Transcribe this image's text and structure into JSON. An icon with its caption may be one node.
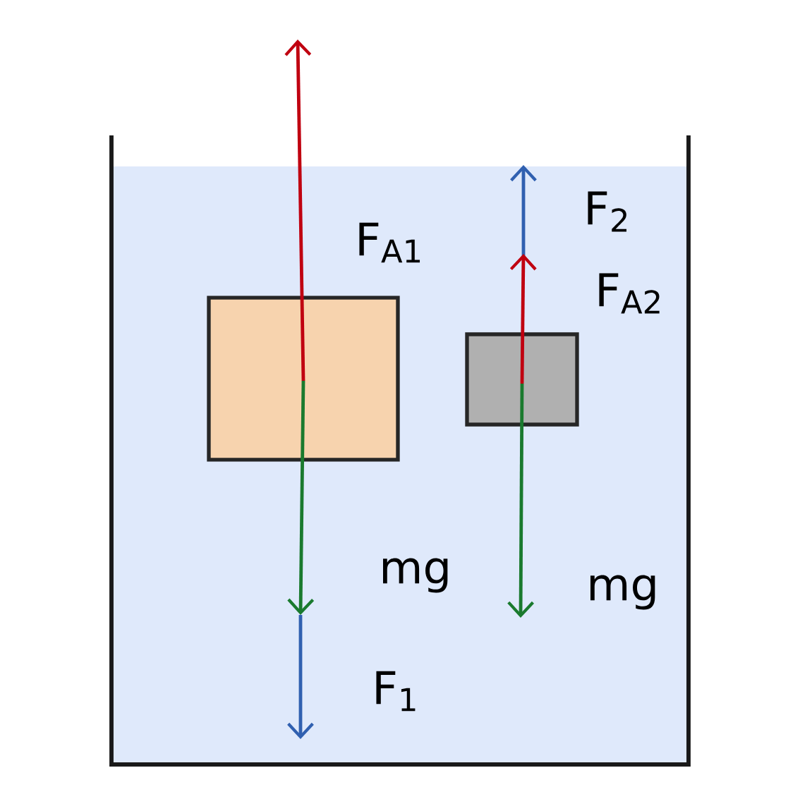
{
  "diagram": {
    "nodes": [
      {
        "text": [],
        "shape": "box"
      },
      {
        "text": [],
        "shape": "box"
      }
    ],
    "labels": [
      "F$_{2}$",
      "F$_{A1}$",
      "F$_{A2}$",
      "mg",
      "mg",
      "F$_{1}$"
    ]
  }
}
